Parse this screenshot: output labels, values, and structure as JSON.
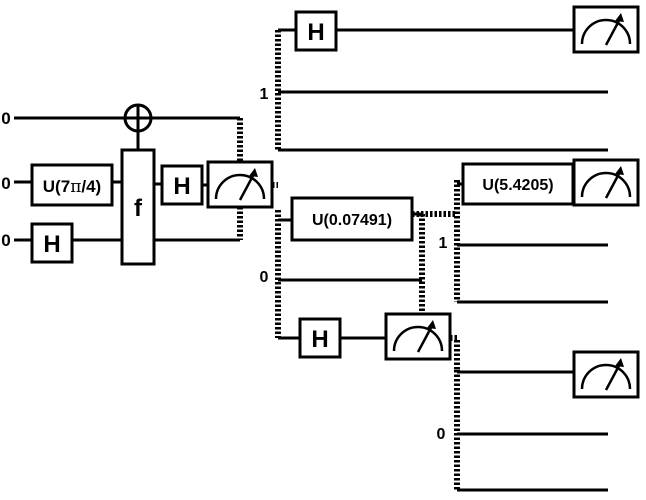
{
  "inputs": [
    "0",
    "0",
    "0"
  ],
  "gates": {
    "h": "H",
    "u_7pi4_prefix": "U(7",
    "u_7pi4_pi": "π",
    "u_7pi4_suffix": "/4)",
    "f": "f",
    "u_0_07491": "U(0.07491)",
    "u_5_4205": "U(5.4205)"
  },
  "outcome_labels": {
    "branch_top": "1",
    "branch_mid": "0",
    "branch_right_top": "1",
    "branch_right_bottom": "0"
  }
}
